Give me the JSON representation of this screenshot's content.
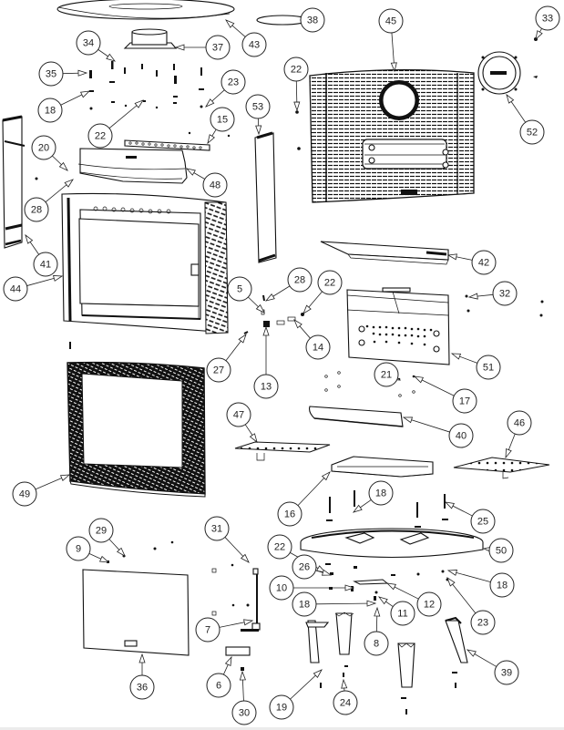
{
  "title": "Stove exploded parts diagram",
  "callouts": [
    {
      "id": "43",
      "label": "43",
      "part": "top-plate"
    },
    {
      "id": "38",
      "label": "38",
      "part": "top-cover-disc"
    },
    {
      "id": "33",
      "label": "33",
      "part": "screw"
    },
    {
      "id": "34",
      "label": "34",
      "part": "pin"
    },
    {
      "id": "37",
      "label": "37",
      "part": "flue-collar"
    },
    {
      "id": "45",
      "label": "45",
      "part": "back-panel"
    },
    {
      "id": "35",
      "label": "35",
      "part": "stud"
    },
    {
      "id": "22a",
      "label": "22",
      "part": "nut"
    },
    {
      "id": "23a",
      "label": "23",
      "part": "washer"
    },
    {
      "id": "18a",
      "label": "18",
      "part": "nut"
    },
    {
      "id": "53",
      "label": "53",
      "part": "right-side-panel"
    },
    {
      "id": "15",
      "label": "15",
      "part": "air-control-bar"
    },
    {
      "id": "22b",
      "label": "22",
      "part": "nut"
    },
    {
      "id": "52",
      "label": "52",
      "part": "flue-adapter"
    },
    {
      "id": "20",
      "label": "20",
      "part": "hinge-pin"
    },
    {
      "id": "48",
      "label": "48",
      "part": "top-trim"
    },
    {
      "id": "28a",
      "label": "28",
      "part": "spring"
    },
    {
      "id": "41",
      "label": "41",
      "part": "left-side-panel"
    },
    {
      "id": "44",
      "label": "44",
      "part": "front-frame"
    },
    {
      "id": "42",
      "label": "42",
      "part": "baffle-plate"
    },
    {
      "id": "5",
      "label": "5",
      "part": "clip"
    },
    {
      "id": "28b",
      "label": "28",
      "part": "spring"
    },
    {
      "id": "22c",
      "label": "22",
      "part": "nut"
    },
    {
      "id": "32",
      "label": "32",
      "part": "bolt"
    },
    {
      "id": "14",
      "label": "14",
      "part": "connector"
    },
    {
      "id": "27",
      "label": "27",
      "part": "screw"
    },
    {
      "id": "13",
      "label": "13",
      "part": "switch"
    },
    {
      "id": "51",
      "label": "51",
      "part": "back-firebrick-panel"
    },
    {
      "id": "21",
      "label": "21",
      "part": "screw"
    },
    {
      "id": "17",
      "label": "17",
      "part": "rivet"
    },
    {
      "id": "40",
      "label": "40",
      "part": "log-retainer"
    },
    {
      "id": "47",
      "label": "47",
      "part": "left-grate"
    },
    {
      "id": "46",
      "label": "46",
      "part": "right-grate"
    },
    {
      "id": "49",
      "label": "49",
      "part": "door"
    },
    {
      "id": "16",
      "label": "16",
      "part": "ash-pan"
    },
    {
      "id": "18b",
      "label": "18",
      "part": "nut"
    },
    {
      "id": "25",
      "label": "25",
      "part": "bolt"
    },
    {
      "id": "29",
      "label": "29",
      "part": "screw"
    },
    {
      "id": "31",
      "label": "31",
      "part": "screw"
    },
    {
      "id": "9",
      "label": "9",
      "part": "washer"
    },
    {
      "id": "50",
      "label": "50",
      "part": "base-plate"
    },
    {
      "id": "22d",
      "label": "22",
      "part": "nut"
    },
    {
      "id": "26",
      "label": "26",
      "part": "screw"
    },
    {
      "id": "18c",
      "label": "18",
      "part": "nut"
    },
    {
      "id": "10",
      "label": "10",
      "part": "pin"
    },
    {
      "id": "12",
      "label": "12",
      "part": "lever"
    },
    {
      "id": "18d",
      "label": "18",
      "part": "nut"
    },
    {
      "id": "11",
      "label": "11",
      "part": "washer"
    },
    {
      "id": "23b",
      "label": "23",
      "part": "washer"
    },
    {
      "id": "7",
      "label": "7",
      "part": "handle-rod"
    },
    {
      "id": "8",
      "label": "8",
      "part": "screw"
    },
    {
      "id": "39",
      "label": "39",
      "part": "leg"
    },
    {
      "id": "36",
      "label": "36",
      "part": "glass"
    },
    {
      "id": "6",
      "label": "6",
      "part": "handle-knob"
    },
    {
      "id": "30",
      "label": "30",
      "part": "screw"
    },
    {
      "id": "19",
      "label": "19",
      "part": "leveling-foot"
    },
    {
      "id": "24",
      "label": "24",
      "part": "leveling-foot"
    }
  ]
}
